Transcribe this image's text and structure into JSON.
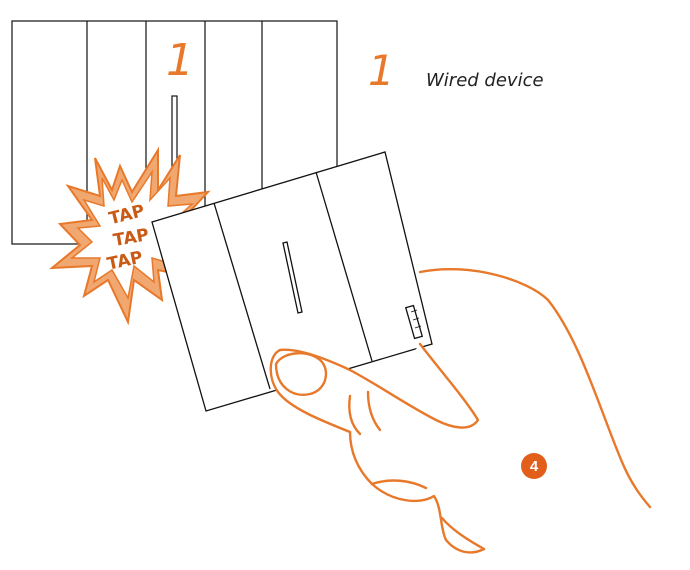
{
  "wired_device": {
    "switch_number": "1",
    "legend_number": "1",
    "legend_label": "Wired device"
  },
  "tap_burst": {
    "words": [
      "TAP",
      "TAP",
      "TAP"
    ]
  },
  "step": {
    "number": "4"
  },
  "colors": {
    "accent": "#e8782a",
    "badge": "#e25f1b",
    "burst_fill": "#f0a770",
    "line": "#111111"
  }
}
